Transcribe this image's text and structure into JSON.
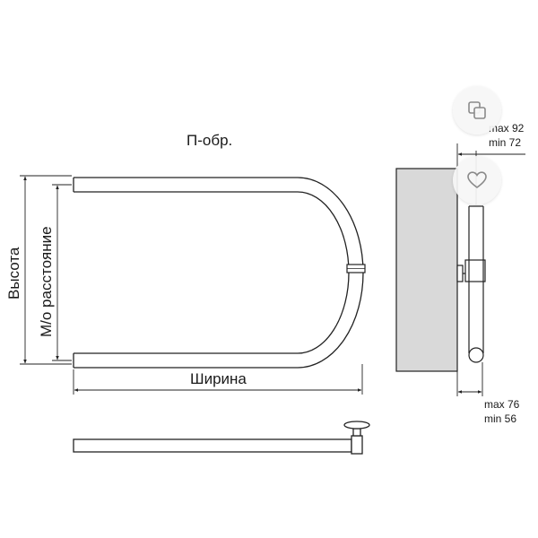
{
  "diagram": {
    "title": "П-обр.",
    "height_label": "Высота",
    "center_distance_label": "М/о расстояние",
    "width_label": "Ширина",
    "wall_offset_top": {
      "max": "max 92",
      "min": "min 72"
    },
    "wall_offset_bottom": {
      "max": "max 76",
      "min": "min 56"
    }
  },
  "actions": {
    "copy_icon": "copy-icon",
    "favorite_icon": "heart-icon",
    "icon_color": "#8a8a8a"
  },
  "colors": {
    "line": "#222222",
    "wall": "#d9d9d9"
  }
}
